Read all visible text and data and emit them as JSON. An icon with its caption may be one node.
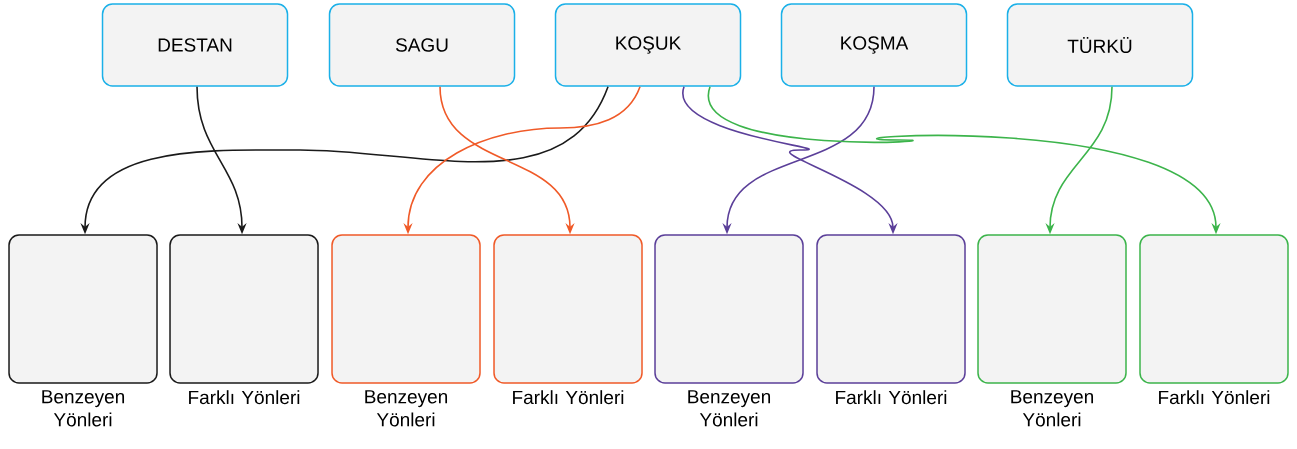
{
  "diagram": {
    "nodes": [
      {
        "text": [
          "DESTAN"
        ]
      },
      {
        "text": [
          "SAGU"
        ]
      },
      {
        "text": [
          "KOŞUK"
        ]
      },
      {
        "text": [
          "KOŞMA"
        ]
      },
      {
        "text": [
          "TÜRKÜ"
        ]
      },
      {
        "text": [],
        "shape": "box",
        "beside": [
          "Benzeyen Yönleri"
        ]
      },
      {
        "text": [],
        "shape": "box",
        "beside": [
          "Farklı Yönleri"
        ]
      },
      {
        "text": [],
        "shape": "box",
        "beside": [
          "Benzeyen Yönleri"
        ]
      },
      {
        "text": [],
        "shape": "box",
        "beside": [
          "Farklı Yönleri"
        ]
      },
      {
        "text": [],
        "shape": "box",
        "beside": [
          "Benzeyen Yönleri"
        ]
      },
      {
        "text": [],
        "shape": "box",
        "beside": [
          "Farklı Yönleri"
        ]
      },
      {
        "text": [],
        "shape": "box",
        "beside": [
          "Benzeyen Yönleri"
        ]
      },
      {
        "text": [],
        "shape": "box",
        "beside": [
          "Farklı Yönleri"
        ]
      }
    ],
    "edges": [
      {
        "from": 0,
        "to": 6,
        "arrow": "to",
        "color": "#1a1a1a"
      },
      {
        "from": 2,
        "to": 5,
        "arrow": "to",
        "color": "#1a1a1a"
      },
      {
        "from": 1,
        "to": 8,
        "arrow": "to",
        "color": "#f05a28"
      },
      {
        "from": 2,
        "to": 7,
        "arrow": "to",
        "color": "#f05a28"
      },
      {
        "from": 2,
        "to": 10,
        "arrow": "to",
        "color": "#5b3f99"
      },
      {
        "from": 3,
        "to": 9,
        "arrow": "to",
        "color": "#5b3f99"
      },
      {
        "from": 2,
        "to": 12,
        "arrow": "to",
        "color": "#3cb44b"
      },
      {
        "from": 4,
        "to": 11,
        "arrow": "to",
        "color": "#3cb44b"
      }
    ]
  }
}
